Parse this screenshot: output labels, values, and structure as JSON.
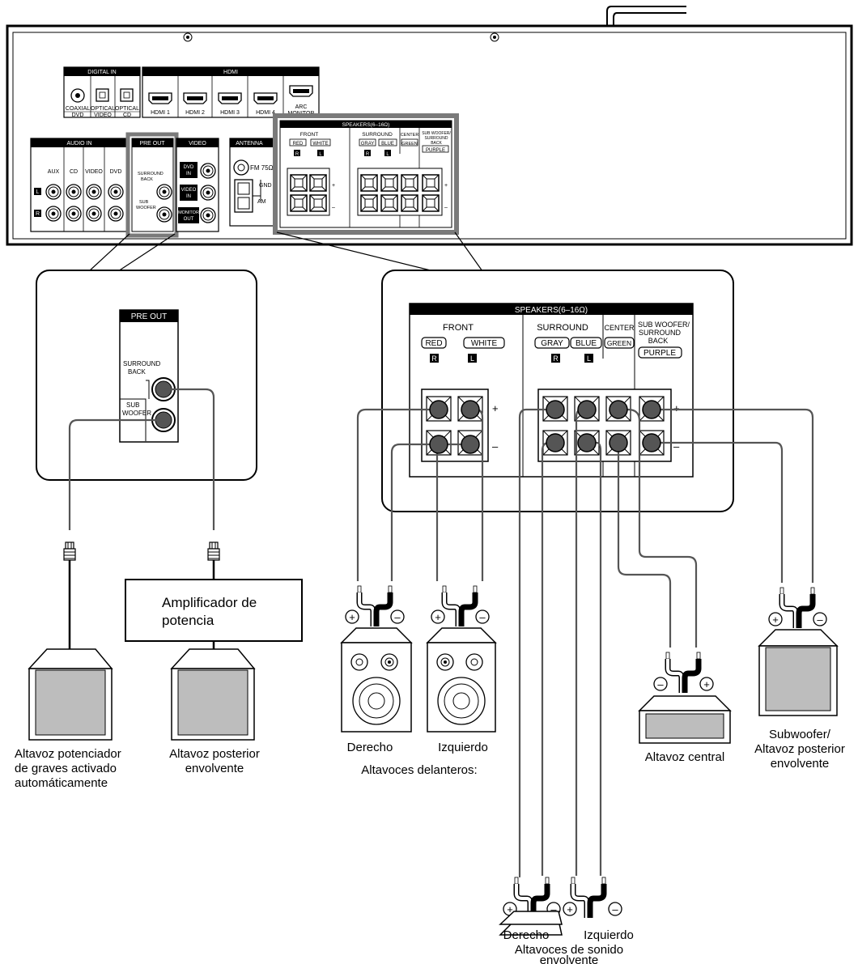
{
  "receiver": {
    "digital_in": {
      "title": "DIGITAL IN",
      "jacks": [
        "COAXIAL",
        "OPTICAL",
        "OPTICAL"
      ],
      "sources": [
        "DVD",
        "VIDEO",
        "CD"
      ]
    },
    "hdmi": {
      "title": "HDMI",
      "ports": [
        "HDMI 1",
        "HDMI 2",
        "HDMI 3",
        "HDMI 4"
      ],
      "arc": "ARC",
      "monitor": "MONITOR"
    },
    "audio_in": {
      "title": "AUDIO IN",
      "inputs": [
        "AUX",
        "CD",
        "VIDEO",
        "DVD"
      ],
      "left": "L",
      "right": "R"
    },
    "pre_out": {
      "title": "PRE OUT",
      "surround_back_1": "SURROUND",
      "surround_back_2": "BACK",
      "sub_1": "SUB",
      "sub_2": "WOOFER"
    },
    "video": {
      "title": "VIDEO",
      "dvd_1": "DVD",
      "dvd_2": "IN",
      "video_1": "VIDEO",
      "video_2": "IN",
      "monitor_1": "MONITOR",
      "monitor_2": "OUT"
    },
    "antenna": {
      "title": "ANTENNA",
      "fm": "FM 75Ω",
      "gnd": "GND",
      "am": "AM"
    },
    "speakers": {
      "title": "SPEAKERS(6–16Ω)",
      "front": "FRONT",
      "surround": "SURROUND",
      "center": "CENTER",
      "sub_1": "SUB WOOFER/",
      "sub_2": "SURROUND",
      "sub_3": "BACK",
      "colors": {
        "red": "RED",
        "white": "WHITE",
        "gray": "GRAY",
        "blue": "BLUE",
        "green": "GREEN",
        "purple": "PURPLE"
      },
      "r": "R",
      "l": "L",
      "plus": "+",
      "minus": "–"
    }
  },
  "zoom_pre_out": {
    "title": "PRE OUT",
    "surround_back_1": "SURROUND",
    "surround_back_2": "BACK",
    "sub_1": "SUB",
    "sub_2": "WOOFER"
  },
  "zoom_speakers": {
    "title": "SPEAKERS(6–16Ω)",
    "front": "FRONT",
    "surround": "SURROUND",
    "center": "CENTER",
    "sub_1": "SUB WOOFER/",
    "sub_2": "SURROUND",
    "sub_3": "BACK",
    "red": "RED",
    "white": "WHITE",
    "gray": "GRAY",
    "blue": "BLUE",
    "green": "GREEN",
    "purple": "PURPLE",
    "r": "R",
    "l": "L",
    "plus": "+",
    "minus": "–"
  },
  "amplifier": {
    "line1": "Amplificador de",
    "line2": "potencia"
  },
  "captions": {
    "subwoofer_auto": [
      "Altavoz potenciador",
      "de graves activado",
      "automáticamente"
    ],
    "surround_back": [
      "Altavoz posterior",
      "envolvente"
    ],
    "front_right": "Derecho",
    "front_left": "Izquierdo",
    "front_group": "Altavoces delanteros:",
    "center": "Altavoz central",
    "sub_surround_back": [
      "Subwoofer/",
      "Altavoz posterior",
      "envolvente"
    ],
    "surround_right": "Derecho",
    "surround_left": "Izquierdo",
    "surround_group": [
      "Altavoces de sonido",
      "envolvente"
    ]
  },
  "symbols": {
    "plus": "+",
    "minus": "–"
  },
  "colors": {
    "line": "#000000",
    "cable": "#555555",
    "jack": "#333333",
    "panel_fill": "#bdbdbd",
    "highlight": "#7a7a7a"
  }
}
